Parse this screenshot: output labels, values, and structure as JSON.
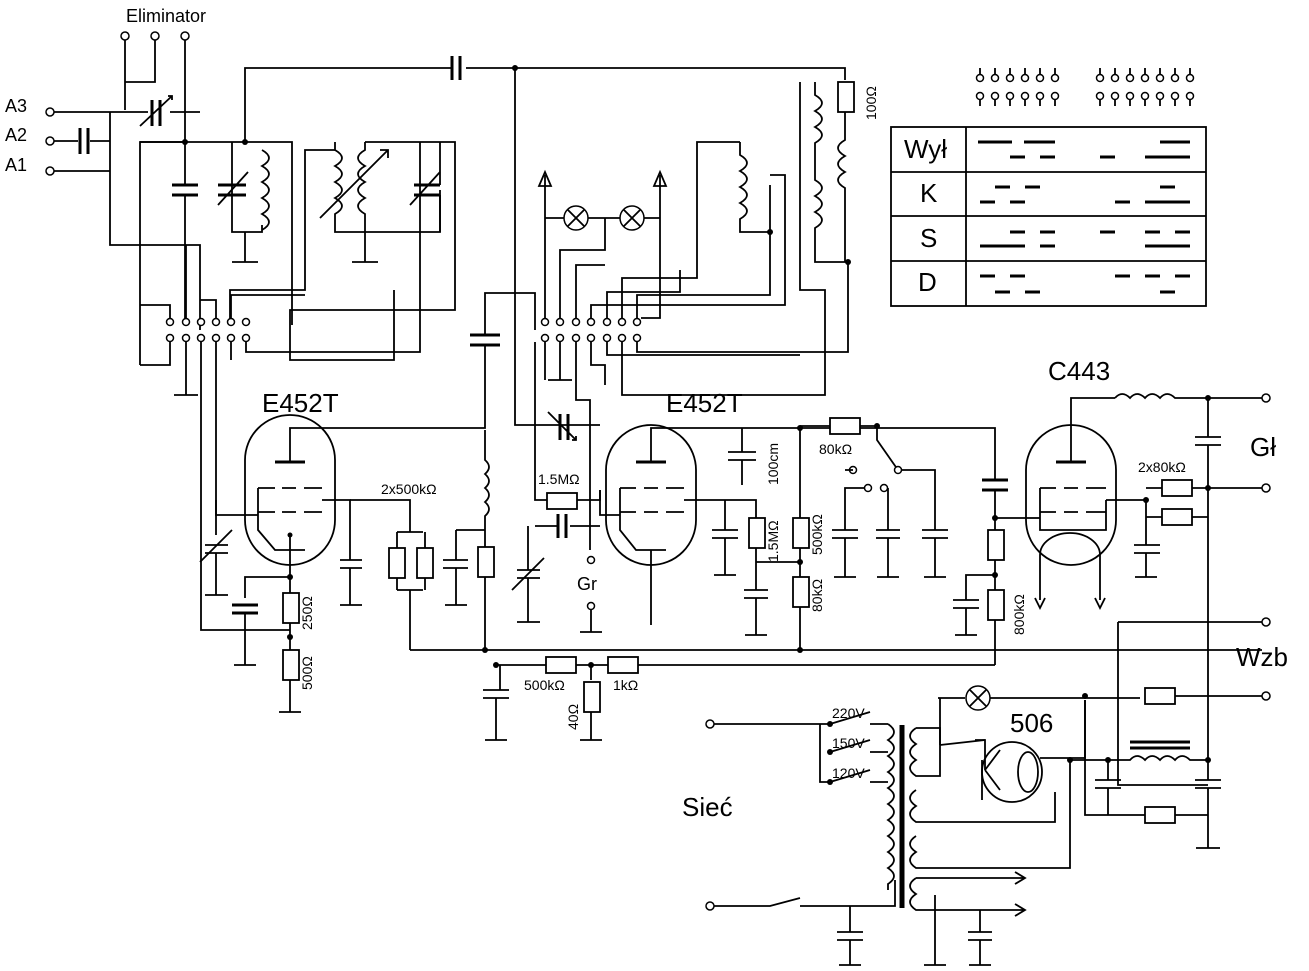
{
  "labels": {
    "eliminator": "Eliminator",
    "a3": "A3",
    "a2": "A2",
    "a1": "A1",
    "tube1": "E452T",
    "tube2": "E452T",
    "tube3": "C443",
    "rectifier": "506",
    "r_100": "100Ω",
    "r_2x500k": "2x500kΩ",
    "r_250": "250Ω",
    "r_500": "500Ω",
    "r_1_5m_a": "1.5MΩ",
    "r_1_5m_b": "1.5MΩ",
    "c_100cm": "100cm",
    "r_500k_a": "500kΩ",
    "r_80k_a": "80kΩ",
    "r_80k_b": "80kΩ",
    "r_800k": "800kΩ",
    "r_2x80k": "2x80kΩ",
    "r_500k_b": "500kΩ",
    "r_40": "40Ω",
    "r_1k": "1kΩ",
    "gr": "Gr",
    "gl": "Gł",
    "wzb": "Wzb",
    "siec": "Sieć",
    "v220": "220V",
    "v150": "150V",
    "v120": "120V"
  },
  "switch_table": {
    "rows": [
      "Wył",
      "K",
      "S",
      "D"
    ]
  }
}
